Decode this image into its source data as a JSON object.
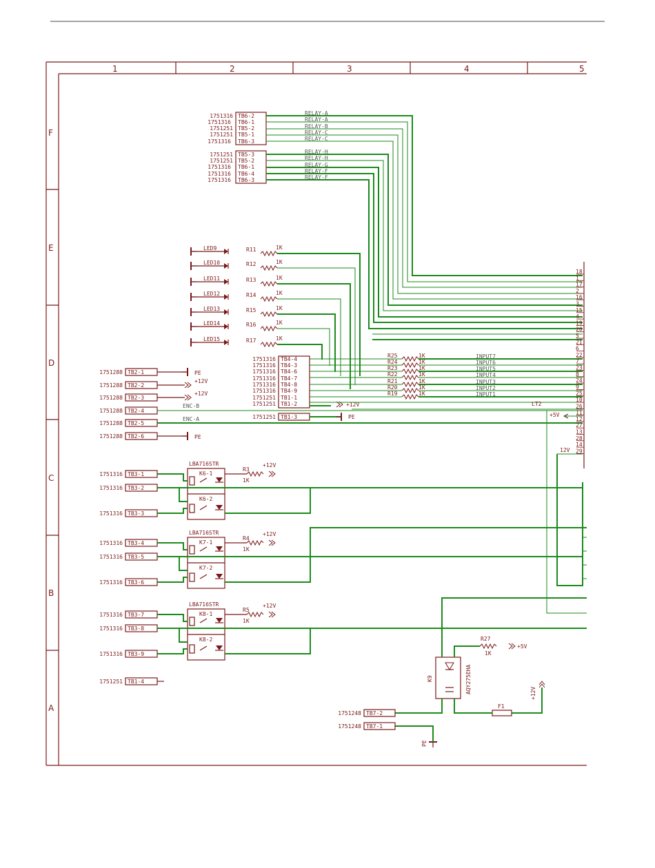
{
  "border": {
    "columns": [
      "1",
      "2",
      "3",
      "4",
      "5"
    ],
    "rows": [
      "F",
      "E",
      "D",
      "C",
      "B",
      "A"
    ]
  },
  "relay_connectors": [
    {
      "part": "1751316",
      "pin": "TB6-2",
      "net": "RELAY-A"
    },
    {
      "part": "1751316",
      "pin": "TB6-1",
      "net": "RELAY-A"
    },
    {
      "part": "1751251",
      "pin": "TB5-2",
      "net": "RELAY-B"
    },
    {
      "part": "1751251",
      "pin": "TB5-1",
      "net": "RELAY-C"
    },
    {
      "part": "1751316",
      "pin": "TB6-3",
      "net": "RELAY-C"
    },
    {
      "part": "1751251",
      "pin": "TB5-3",
      "net": "RELAY-H"
    },
    {
      "part": "1751251",
      "pin": "TB5-2",
      "net": "RELAY-H"
    },
    {
      "part": "1751316",
      "pin": "TB6-1",
      "net": "RELAY-G"
    },
    {
      "part": "1751316",
      "pin": "TB6-4",
      "net": "RELAY-F"
    },
    {
      "part": "1751316",
      "pin": "TB6-3",
      "net": "RELAY-F"
    }
  ],
  "leds": [
    {
      "led": "LED9",
      "res": "R11",
      "val": "1K"
    },
    {
      "led": "LED10",
      "res": "R12",
      "val": "1K"
    },
    {
      "led": "LED11",
      "res": "R13",
      "val": "1K"
    },
    {
      "led": "LED12",
      "res": "R14",
      "val": "1K"
    },
    {
      "led": "LED13",
      "res": "R15",
      "val": "1K"
    },
    {
      "led": "LED14",
      "res": "R16",
      "val": "1K"
    },
    {
      "led": "LED15",
      "res": "R17",
      "val": "1K"
    }
  ],
  "tb4": [
    {
      "part": "1751316",
      "pin": "TB4-4"
    },
    {
      "part": "1751316",
      "pin": "TB4-3"
    },
    {
      "part": "1751316",
      "pin": "TB4-6"
    },
    {
      "part": "1751316",
      "pin": "TB4-7"
    },
    {
      "part": "1751316",
      "pin": "TB4-8"
    },
    {
      "part": "1751316",
      "pin": "TB4-9"
    },
    {
      "part": "1751251",
      "pin": "TB1-1"
    },
    {
      "part": "1751251",
      "pin": "TB1-2"
    }
  ],
  "tb1_3": {
    "part": "1751251",
    "pin": "TB1-3",
    "net": "PE"
  },
  "input_resistors": [
    {
      "res": "R25",
      "val": "1K",
      "net": "INPUT7"
    },
    {
      "res": "R24",
      "val": "1K",
      "net": "INPUT6"
    },
    {
      "res": "R23",
      "val": "1K",
      "net": "INPUT5"
    },
    {
      "res": "R22",
      "val": "1K",
      "net": "INPUT4"
    },
    {
      "res": "R21",
      "val": "1K",
      "net": "INPUT3"
    },
    {
      "res": "R20",
      "val": "1K",
      "net": "INPUT2"
    },
    {
      "res": "R19",
      "val": "1K",
      "net": "INPUT1"
    }
  ],
  "tb2": [
    {
      "part": "1751288",
      "pin": "TB2-1",
      "net": "PE"
    },
    {
      "part": "1751288",
      "pin": "TB2-2",
      "net": "+12V"
    },
    {
      "part": "1751288",
      "pin": "TB2-3",
      "net": "+12V"
    },
    {
      "part": "1751288",
      "pin": "TB2-4",
      "net": "ENC-B"
    },
    {
      "part": "1751288",
      "pin": "TB2-5",
      "net": "ENC-A"
    },
    {
      "part": "1751288",
      "pin": "TB2-6",
      "net": "PE"
    }
  ],
  "power": {
    "p12": "+12V",
    "p5": "+5V",
    "p12b": "12V",
    "lt2": "LT2",
    "pe": "PE"
  },
  "connector_pins": [
    "18",
    "1",
    "17",
    "2",
    "16",
    "3",
    "15",
    "4",
    "19",
    "20",
    "5",
    "21",
    "6",
    "22",
    "7",
    "23",
    "8",
    "24",
    "9",
    "25",
    "10",
    "26",
    "11",
    "12",
    "27",
    "13",
    "28",
    "14",
    "29"
  ],
  "relays": [
    {
      "part": "LBA716STR",
      "k1": "K6-1",
      "k2": "K6-2",
      "res": "R3",
      "val": "1K",
      "pwr": "+12V",
      "pins": [
        {
          "part": "1751316",
          "pin": "TB3-1"
        },
        {
          "part": "1751316",
          "pin": "TB3-2"
        },
        {
          "part": "1751316",
          "pin": "TB3-3"
        }
      ]
    },
    {
      "part": "LBA716STR",
      "k1": "K7-1",
      "k2": "K7-2",
      "res": "R4",
      "val": "1K",
      "pwr": "+12V",
      "pins": [
        {
          "part": "1751316",
          "pin": "TB3-4"
        },
        {
          "part": "1751316",
          "pin": "TB3-5"
        },
        {
          "part": "1751316",
          "pin": "TB3-6"
        }
      ]
    },
    {
      "part": "LBA716STR",
      "k1": "K8-1",
      "k2": "K8-2",
      "res": "R5",
      "val": "1K",
      "pwr": "+12V",
      "pins": [
        {
          "part": "1751316",
          "pin": "TB3-7"
        },
        {
          "part": "1751316",
          "pin": "TB3-8"
        },
        {
          "part": "1751316",
          "pin": "TB3-9"
        }
      ]
    }
  ],
  "tb1_4": {
    "part": "1751251",
    "pin": "TB1-4"
  },
  "k9": {
    "ref": "K9",
    "part": "AQY275EHA",
    "res": "R27",
    "val": "1K",
    "pwr": "+5V",
    "fuse": "F1",
    "pwr2": "+12V",
    "gnd": "PE"
  },
  "tb7": [
    {
      "part": "1751248",
      "pin": "TB7-2"
    },
    {
      "part": "1751248",
      "pin": "TB7-1"
    }
  ]
}
